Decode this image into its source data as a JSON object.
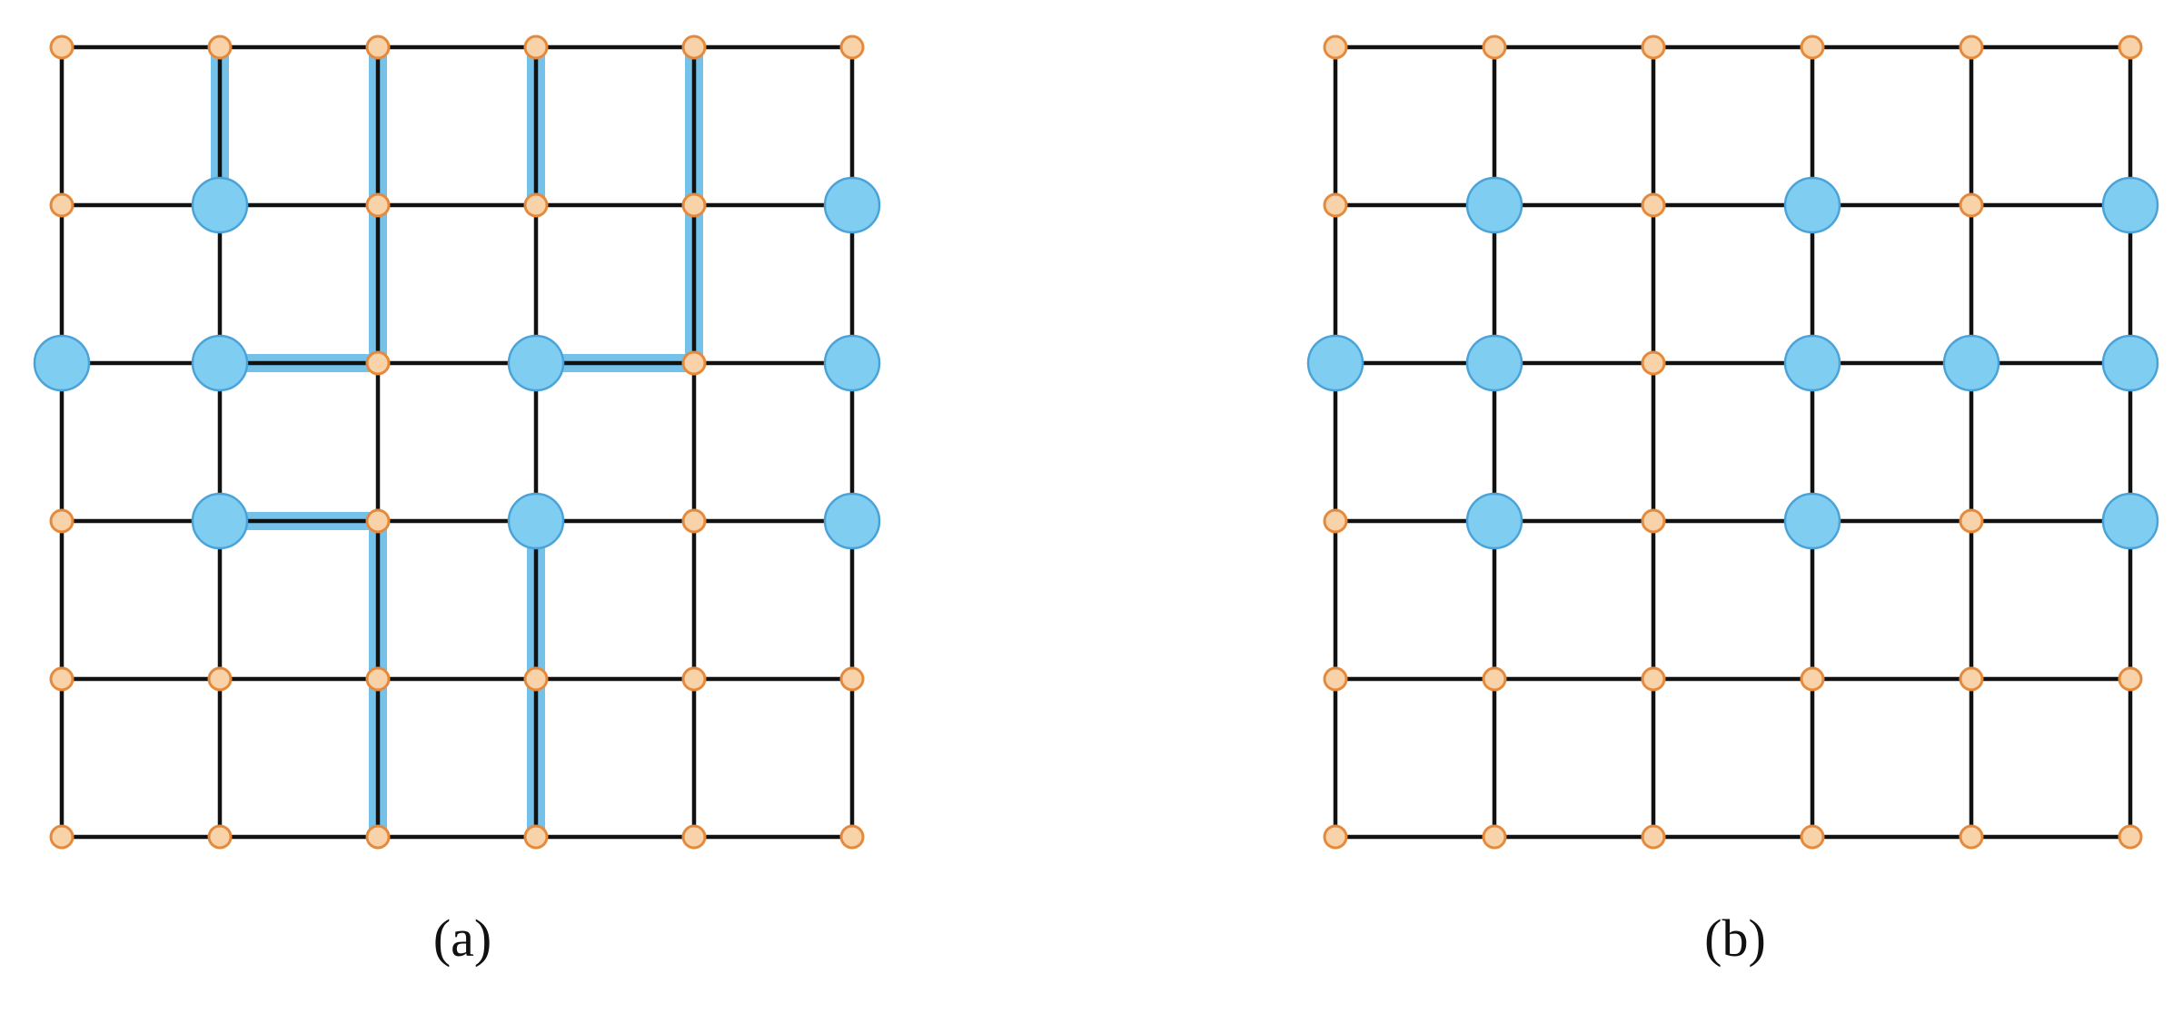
{
  "colors": {
    "edge": "#111111",
    "highlight": "#74c2ea",
    "highlight_stroke": "#4a9fd0",
    "small_node_fill": "#f8d2a8",
    "small_node_stroke": "#e58a3c",
    "large_node_fill": "#80cdf2",
    "large_node_stroke": "#4aa3d8"
  },
  "grid": {
    "rows": 6,
    "cols": 6
  },
  "panels": [
    {
      "id": "a",
      "label": "(a)",
      "large_nodes": [
        [
          1,
          1
        ],
        [
          1,
          5
        ],
        [
          2,
          0
        ],
        [
          2,
          1
        ],
        [
          2,
          3
        ],
        [
          2,
          5
        ],
        [
          3,
          1
        ],
        [
          3,
          3
        ],
        [
          3,
          5
        ]
      ],
      "highlight_paths": [
        [
          [
            0,
            1
          ],
          [
            1,
            1
          ]
        ],
        [
          [
            0,
            2
          ],
          [
            1,
            2
          ],
          [
            2,
            2
          ]
        ],
        [
          [
            2,
            1
          ],
          [
            2,
            2
          ]
        ],
        [
          [
            0,
            3
          ],
          [
            1,
            3
          ]
        ],
        [
          [
            0,
            4
          ],
          [
            1,
            4
          ],
          [
            2,
            4
          ]
        ],
        [
          [
            2,
            3
          ],
          [
            2,
            4
          ]
        ],
        [
          [
            3,
            1
          ],
          [
            3,
            2
          ]
        ],
        [
          [
            3,
            2
          ],
          [
            4,
            2
          ],
          [
            5,
            2
          ]
        ],
        [
          [
            3,
            3
          ],
          [
            4,
            3
          ],
          [
            5,
            3
          ]
        ]
      ]
    },
    {
      "id": "b",
      "label": "(b)",
      "large_nodes": [
        [
          1,
          1
        ],
        [
          1,
          3
        ],
        [
          1,
          5
        ],
        [
          2,
          0
        ],
        [
          2,
          1
        ],
        [
          2,
          3
        ],
        [
          2,
          4
        ],
        [
          2,
          5
        ],
        [
          3,
          1
        ],
        [
          3,
          3
        ],
        [
          3,
          5
        ]
      ],
      "highlight_paths": []
    }
  ]
}
